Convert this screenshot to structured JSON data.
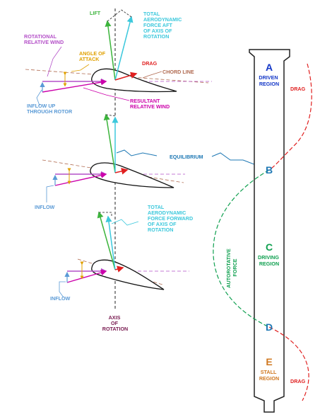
{
  "colors": {
    "lift": "#3cb43c",
    "total_force": "#3cc8dc",
    "drag": "#e02020",
    "rot_wind": "#b450c8",
    "angle": "#e0a000",
    "chord": "#b06a50",
    "resultant": "#cc00aa",
    "inflow": "#5a9ad6",
    "axis": "#7a1c52",
    "equil": "#1e78b4",
    "region_a": "#1438c8",
    "region_c": "#10a050",
    "region_e": "#d07820",
    "force": "#10a050"
  },
  "labels": {
    "lift": "LIFT",
    "total_aft": [
      "TOTAL",
      "AERODYNAMIC",
      "FORCE AFT",
      "OF AXIS OF",
      "ROTATION"
    ],
    "rot_wind": [
      "ROTATIONAL",
      "RELATIVE WIND"
    ],
    "angle_attack": [
      "ANGLE OF",
      "ATTACK"
    ],
    "drag_arrow": "DRAG",
    "chord_line": "CHORD LINE",
    "resultant": [
      "RESULTANT",
      "RELATIVE WIND"
    ],
    "inflow_up": [
      "INFLOW UP",
      "THROUGH ROTOR"
    ],
    "equilibrium": "EQUILIBRIUM",
    "inflow_mid": "INFLOW",
    "total_fwd": [
      "TOTAL",
      "AERODYNAMIC",
      "FORCE FORWARD",
      "OF AXIS OF",
      "ROTATION"
    ],
    "inflow_bottom": "INFLOW",
    "axis_rotation": [
      "AXIS",
      "OF",
      "ROTATION"
    ]
  },
  "regions": {
    "a_letter": "A",
    "a_name": [
      "DRIVEN",
      "REGION"
    ],
    "b_letter": "B",
    "c_letter": "C",
    "c_name": [
      "DRIVING",
      "REGION"
    ],
    "d_letter": "D",
    "e_letter": "E",
    "e_name": [
      "STALL",
      "REGION"
    ],
    "drag_top": "DRAG",
    "drag_bottom": "DRAG",
    "autorotative": [
      "AUTOROTATIVE",
      "FORCE"
    ]
  }
}
